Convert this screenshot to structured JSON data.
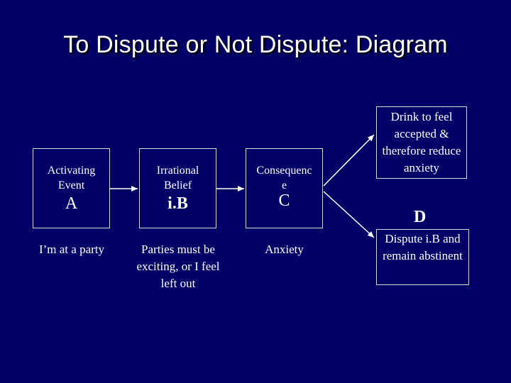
{
  "title": "To Dispute or Not Dispute: Diagram",
  "boxes": {
    "a": {
      "label": "Activating Event",
      "letter": "A"
    },
    "b": {
      "label": "Irrational Belief",
      "letter": "i.B"
    },
    "c": {
      "label_line1": "Consequenc",
      "label_line2": "e",
      "letter": "C"
    }
  },
  "descriptions": {
    "a": "I’m at a party",
    "b": "Parties must be exciting, or I feel left out",
    "c": "Anxiety"
  },
  "outcomes": {
    "top": "Drink to feel accepted & therefore reduce anxiety",
    "d_letter": "D",
    "bottom": "Dispute i.B and remain abstinent"
  }
}
